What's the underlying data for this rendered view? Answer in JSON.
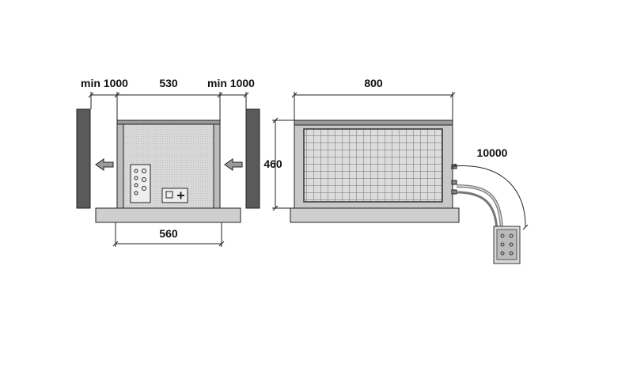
{
  "dimensions": {
    "left_clearance": "min 1000",
    "unit_depth": "530",
    "right_clearance": "min 1000",
    "base_width": "560",
    "unit_width": "800",
    "unit_height": "460",
    "cable_length": "10000"
  },
  "colors": {
    "wall": "#5a5a5a",
    "panel": "#d6d6d6",
    "frame": "#9a9a9a",
    "grid": "#6e6e6e",
    "base": "#cfcfcf",
    "line": "#222222"
  },
  "icons": {
    "airflow_arrow_left": "arrow-left",
    "airflow_arrow_right": "arrow-left",
    "control_box": "control-panel"
  }
}
